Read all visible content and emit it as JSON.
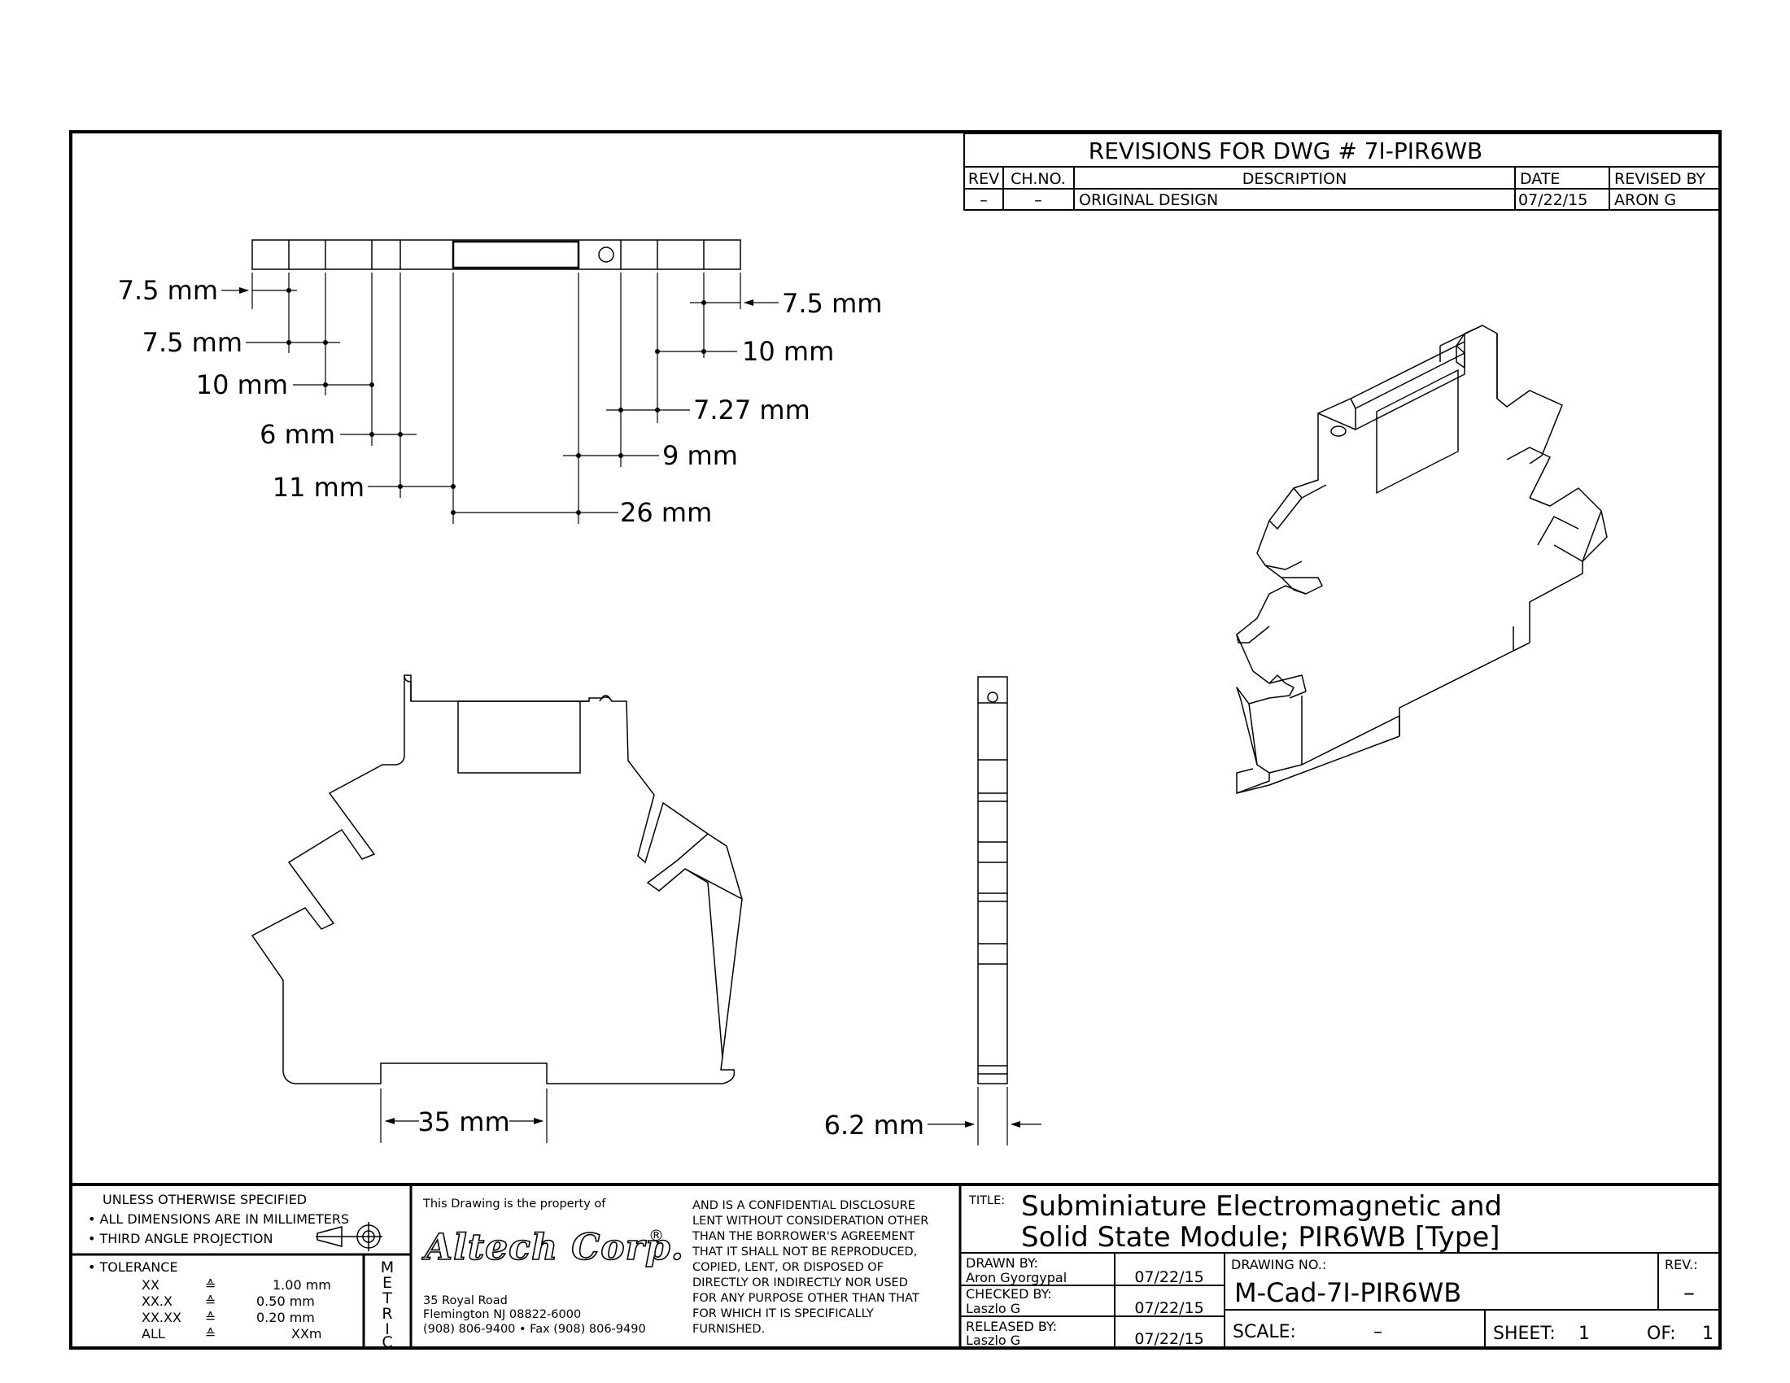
{
  "revisions": {
    "title": "REVISIONS FOR DWG # 7I-PIR6WB",
    "headers": {
      "rev": "REV",
      "chno": "CH.NO.",
      "description": "DESCRIPTION",
      "date": "DATE",
      "revised_by": "REVISED BY"
    },
    "row": {
      "rev": "–",
      "chno": "–",
      "description": "ORIGINAL DESIGN",
      "date": "07/22/15",
      "revised_by": "ARON G"
    }
  },
  "dimensions": {
    "left": [
      "7.5 mm",
      "7.5 mm",
      "10 mm",
      "6 mm",
      "11 mm"
    ],
    "right": [
      "7.5 mm",
      "10 mm",
      "7.27 mm",
      "9 mm",
      "26 mm"
    ],
    "width_front": "35 mm",
    "width_side": "6.2 mm"
  },
  "notes": {
    "line1": "UNLESS OTHERWISE SPECIFIED",
    "line2": "• ALL DIMENSIONS ARE IN MILLIMETERS",
    "line3": "• THIRD ANGLE PROJECTION",
    "tolerance": "• TOLERANCE",
    "tol_rows": [
      {
        "label": "XX",
        "sym": "≙",
        "value": "1.00 mm"
      },
      {
        "label": "XX.X",
        "sym": "≙",
        "value": "0.50 mm"
      },
      {
        "label": "XX.XX",
        "sym": "≙",
        "value": "0.20 mm"
      },
      {
        "label": "ALL",
        "sym": "≙",
        "value": "XXm"
      }
    ],
    "metric": [
      "M",
      "E",
      "T",
      "R",
      "I",
      "C"
    ]
  },
  "company": {
    "property": "This Drawing is the property of",
    "logo": "Altech Corp.",
    "registered": "®",
    "address1": "35 Royal Road",
    "address2": "Flemington NJ 08822-6000",
    "phone": "(908) 806-9400 • Fax (908) 806-9490"
  },
  "disclaimer": [
    "AND IS A CONFIDENTIAL DISCLOSURE",
    "LENT WITHOUT CONSIDERATION OTHER",
    "THAN THE BORROWER'S AGREEMENT",
    "THAT IT SHALL NOT BE REPRODUCED,",
    "COPIED, LENT, OR DISPOSED OF",
    "DIRECTLY OR INDIRECTLY NOR USED",
    "FOR ANY PURPOSE OTHER THAN THAT",
    "FOR WHICH IT IS SPECIFICALLY",
    "FURNISHED."
  ],
  "title_block": {
    "title_label": "TITLE:",
    "title_line1": "Subminiature Electromagnetic and",
    "title_line2": "Solid State Module; PIR6WB [Type]",
    "drawn_by_label": "DRAWN BY:",
    "drawn_by": "Aron Gyorgypal",
    "drawn_date": "07/22/15",
    "checked_by_label": "CHECKED BY:",
    "checked_by": "Laszlo G",
    "checked_date": "07/22/15",
    "released_by_label": "RELEASED BY:",
    "released_by": "Laszlo G",
    "released_date": "07/22/15",
    "drawing_no_label": "DRAWING NO.:",
    "drawing_no": "M-Cad-7I-PIR6WB",
    "rev_label": "REV.:",
    "rev": "–",
    "scale_label": "SCALE:",
    "scale": "–",
    "sheet_label": "SHEET:",
    "sheet": "1",
    "of_label": "OF:",
    "of": "1"
  }
}
